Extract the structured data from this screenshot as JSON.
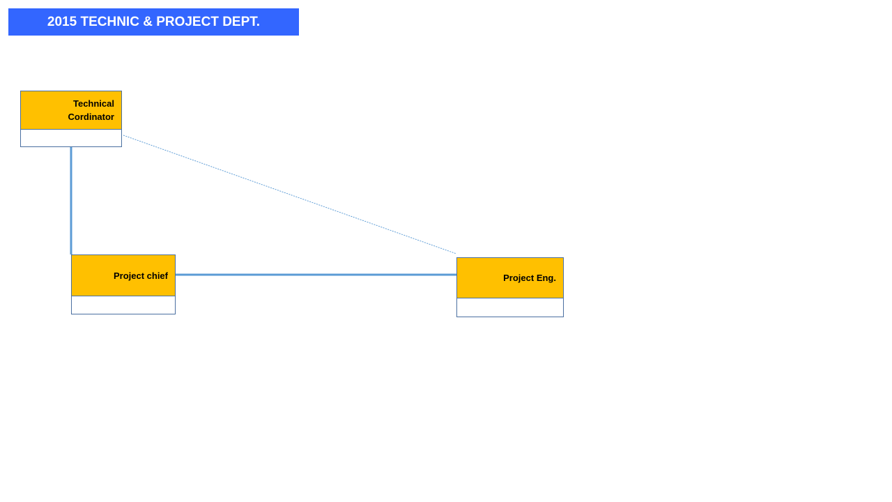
{
  "title": "2015 TECHNIC & PROJECT DEPT.",
  "colors": {
    "title_background": "#3366ff",
    "title_text": "#ffffff",
    "node_fill": "#ffc000",
    "node_border": "#4a6fa0",
    "connector": "#5b9bd5"
  },
  "nodes": [
    {
      "id": "technical-cordinator",
      "label": "Technical Cordinator"
    },
    {
      "id": "project-chief",
      "label": "Project chief"
    },
    {
      "id": "project-eng",
      "label": "Project Eng."
    }
  ],
  "connections": [
    {
      "from": "technical-cordinator",
      "to": "project-chief",
      "style": "solid"
    },
    {
      "from": "project-chief",
      "to": "project-eng",
      "style": "solid"
    },
    {
      "from": "technical-cordinator",
      "to": "project-eng",
      "style": "dotted"
    }
  ]
}
